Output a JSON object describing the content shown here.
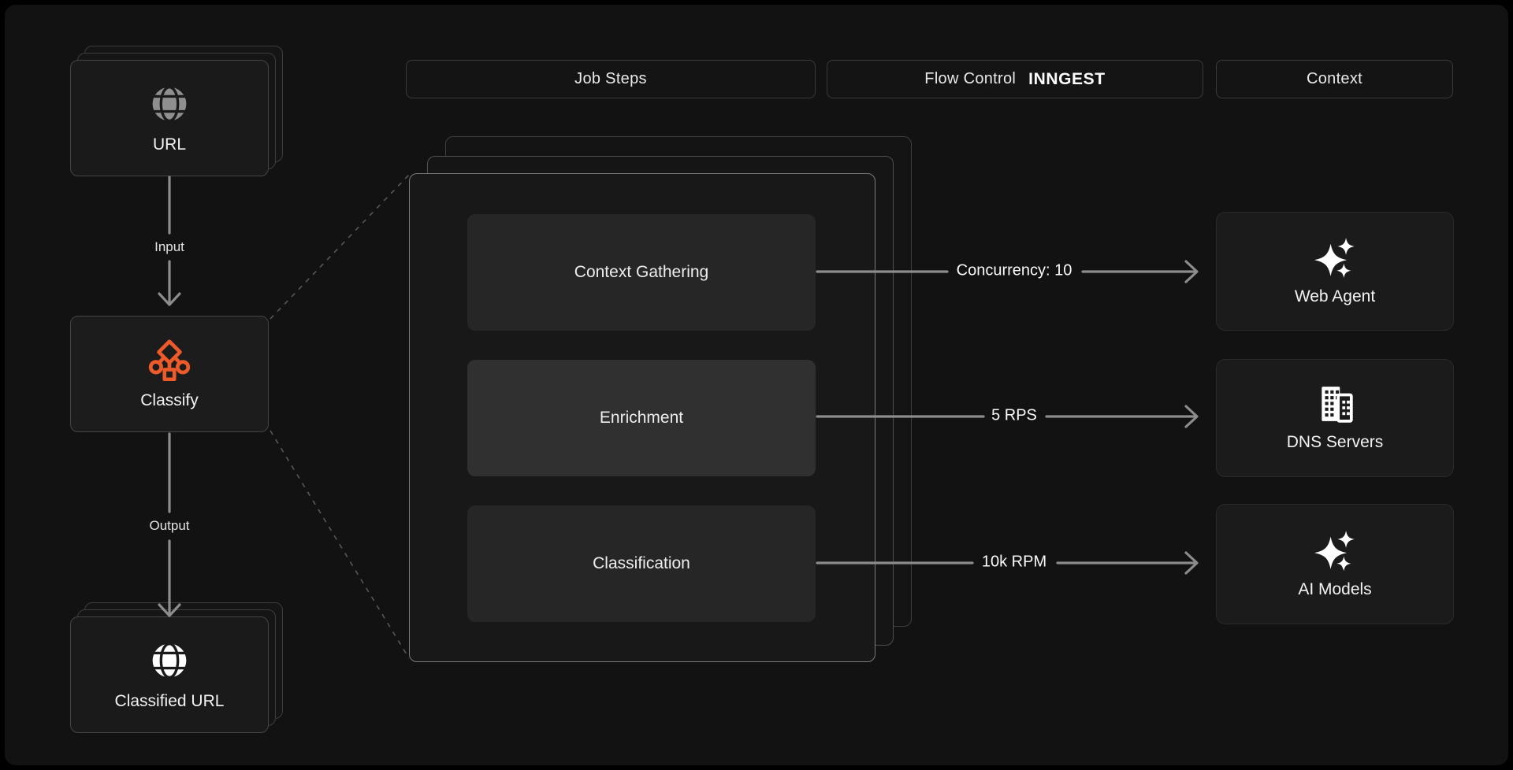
{
  "headers": {
    "job_steps": "Job Steps",
    "flow_control": "Flow Control",
    "flow_control_logo": "INNGEST",
    "context": "Context"
  },
  "left_flow": {
    "input_card_label": "URL",
    "input_arrow_label": "Input",
    "process_card_label": "Classify",
    "output_arrow_label": "Output",
    "output_card_label": "Classified URL"
  },
  "job_steps": [
    {
      "label": "Context Gathering"
    },
    {
      "label": "Enrichment"
    },
    {
      "label": "Classification"
    }
  ],
  "flow_controls": [
    {
      "label": "Concurrency: 10"
    },
    {
      "label": "5 RPS"
    },
    {
      "label": "10k RPM"
    }
  ],
  "context_cards": [
    {
      "label": "Web Agent",
      "icon": "sparkles"
    },
    {
      "label": "DNS Servers",
      "icon": "buildings"
    },
    {
      "label": "AI Models",
      "icon": "sparkles"
    }
  ],
  "colors": {
    "accent_orange": "#ee5b2a",
    "connector_gray": "#8c8c8c",
    "dashed_gray": "#575757"
  }
}
